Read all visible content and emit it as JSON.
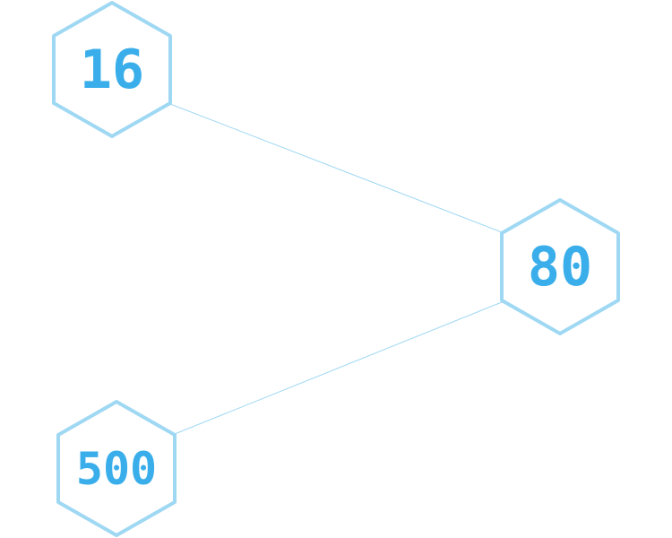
{
  "colors": {
    "hex_stroke": "#9fd8f3",
    "connector": "#9fd8f3",
    "label": "#3aaeea",
    "background": "#ffffff"
  },
  "nodes": [
    {
      "id": "node-16",
      "label": "16"
    },
    {
      "id": "node-80",
      "label": "80"
    },
    {
      "id": "node-500",
      "label": "500"
    }
  ],
  "edges": [
    {
      "from": "node-16",
      "to": "node-80"
    },
    {
      "from": "node-500",
      "to": "node-80"
    }
  ]
}
